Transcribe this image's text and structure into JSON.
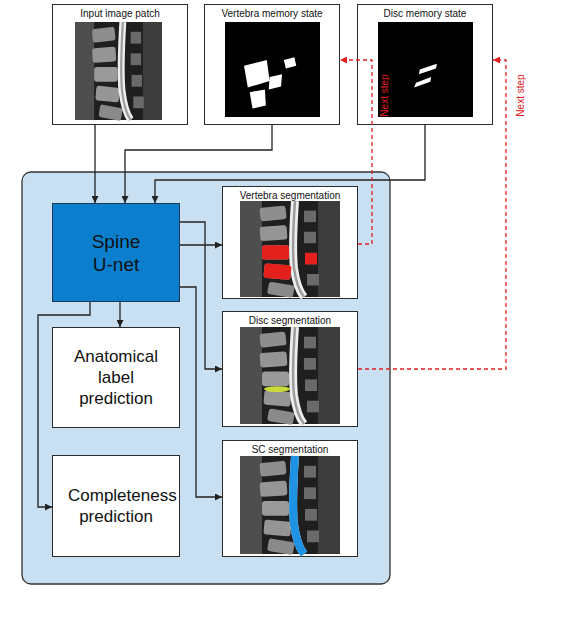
{
  "diagram": {
    "nodes": [
      {
        "text": [
          "Input image patch"
        ]
      },
      {
        "text": [
          "Vertebra memory state"
        ]
      },
      {
        "text": [
          "Disc memory state"
        ]
      },
      {
        "text": [
          "Spine U-net"
        ]
      },
      {
        "text": [
          "Vertebra segmentation"
        ]
      },
      {
        "text": [
          "Anatomical label prediction"
        ]
      },
      {
        "text": [
          "Disc segmentation"
        ]
      },
      {
        "text": [
          "Completeness prediction"
        ]
      },
      {
        "text": [
          "SC segmentation"
        ]
      }
    ],
    "edges": [
      {
        "from": 0,
        "to": 3,
        "arrow": "to"
      },
      {
        "from": 1,
        "to": 3,
        "arrow": "to"
      },
      {
        "from": 2,
        "to": 3,
        "arrow": "to"
      },
      {
        "from": 3,
        "to": 4,
        "arrow": "to"
      },
      {
        "from": 3,
        "to": 5,
        "arrow": "to"
      },
      {
        "from": 3,
        "to": 6,
        "arrow": "to"
      },
      {
        "from": 3,
        "to": 8,
        "arrow": "to"
      },
      {
        "from": 3,
        "to": 7,
        "arrow": "to"
      },
      {
        "from": 4,
        "to": 1,
        "label": "Next step",
        "arrow": "to"
      },
      {
        "from": 6,
        "to": 2,
        "label": "Next step",
        "arrow": "to"
      }
    ]
  }
}
